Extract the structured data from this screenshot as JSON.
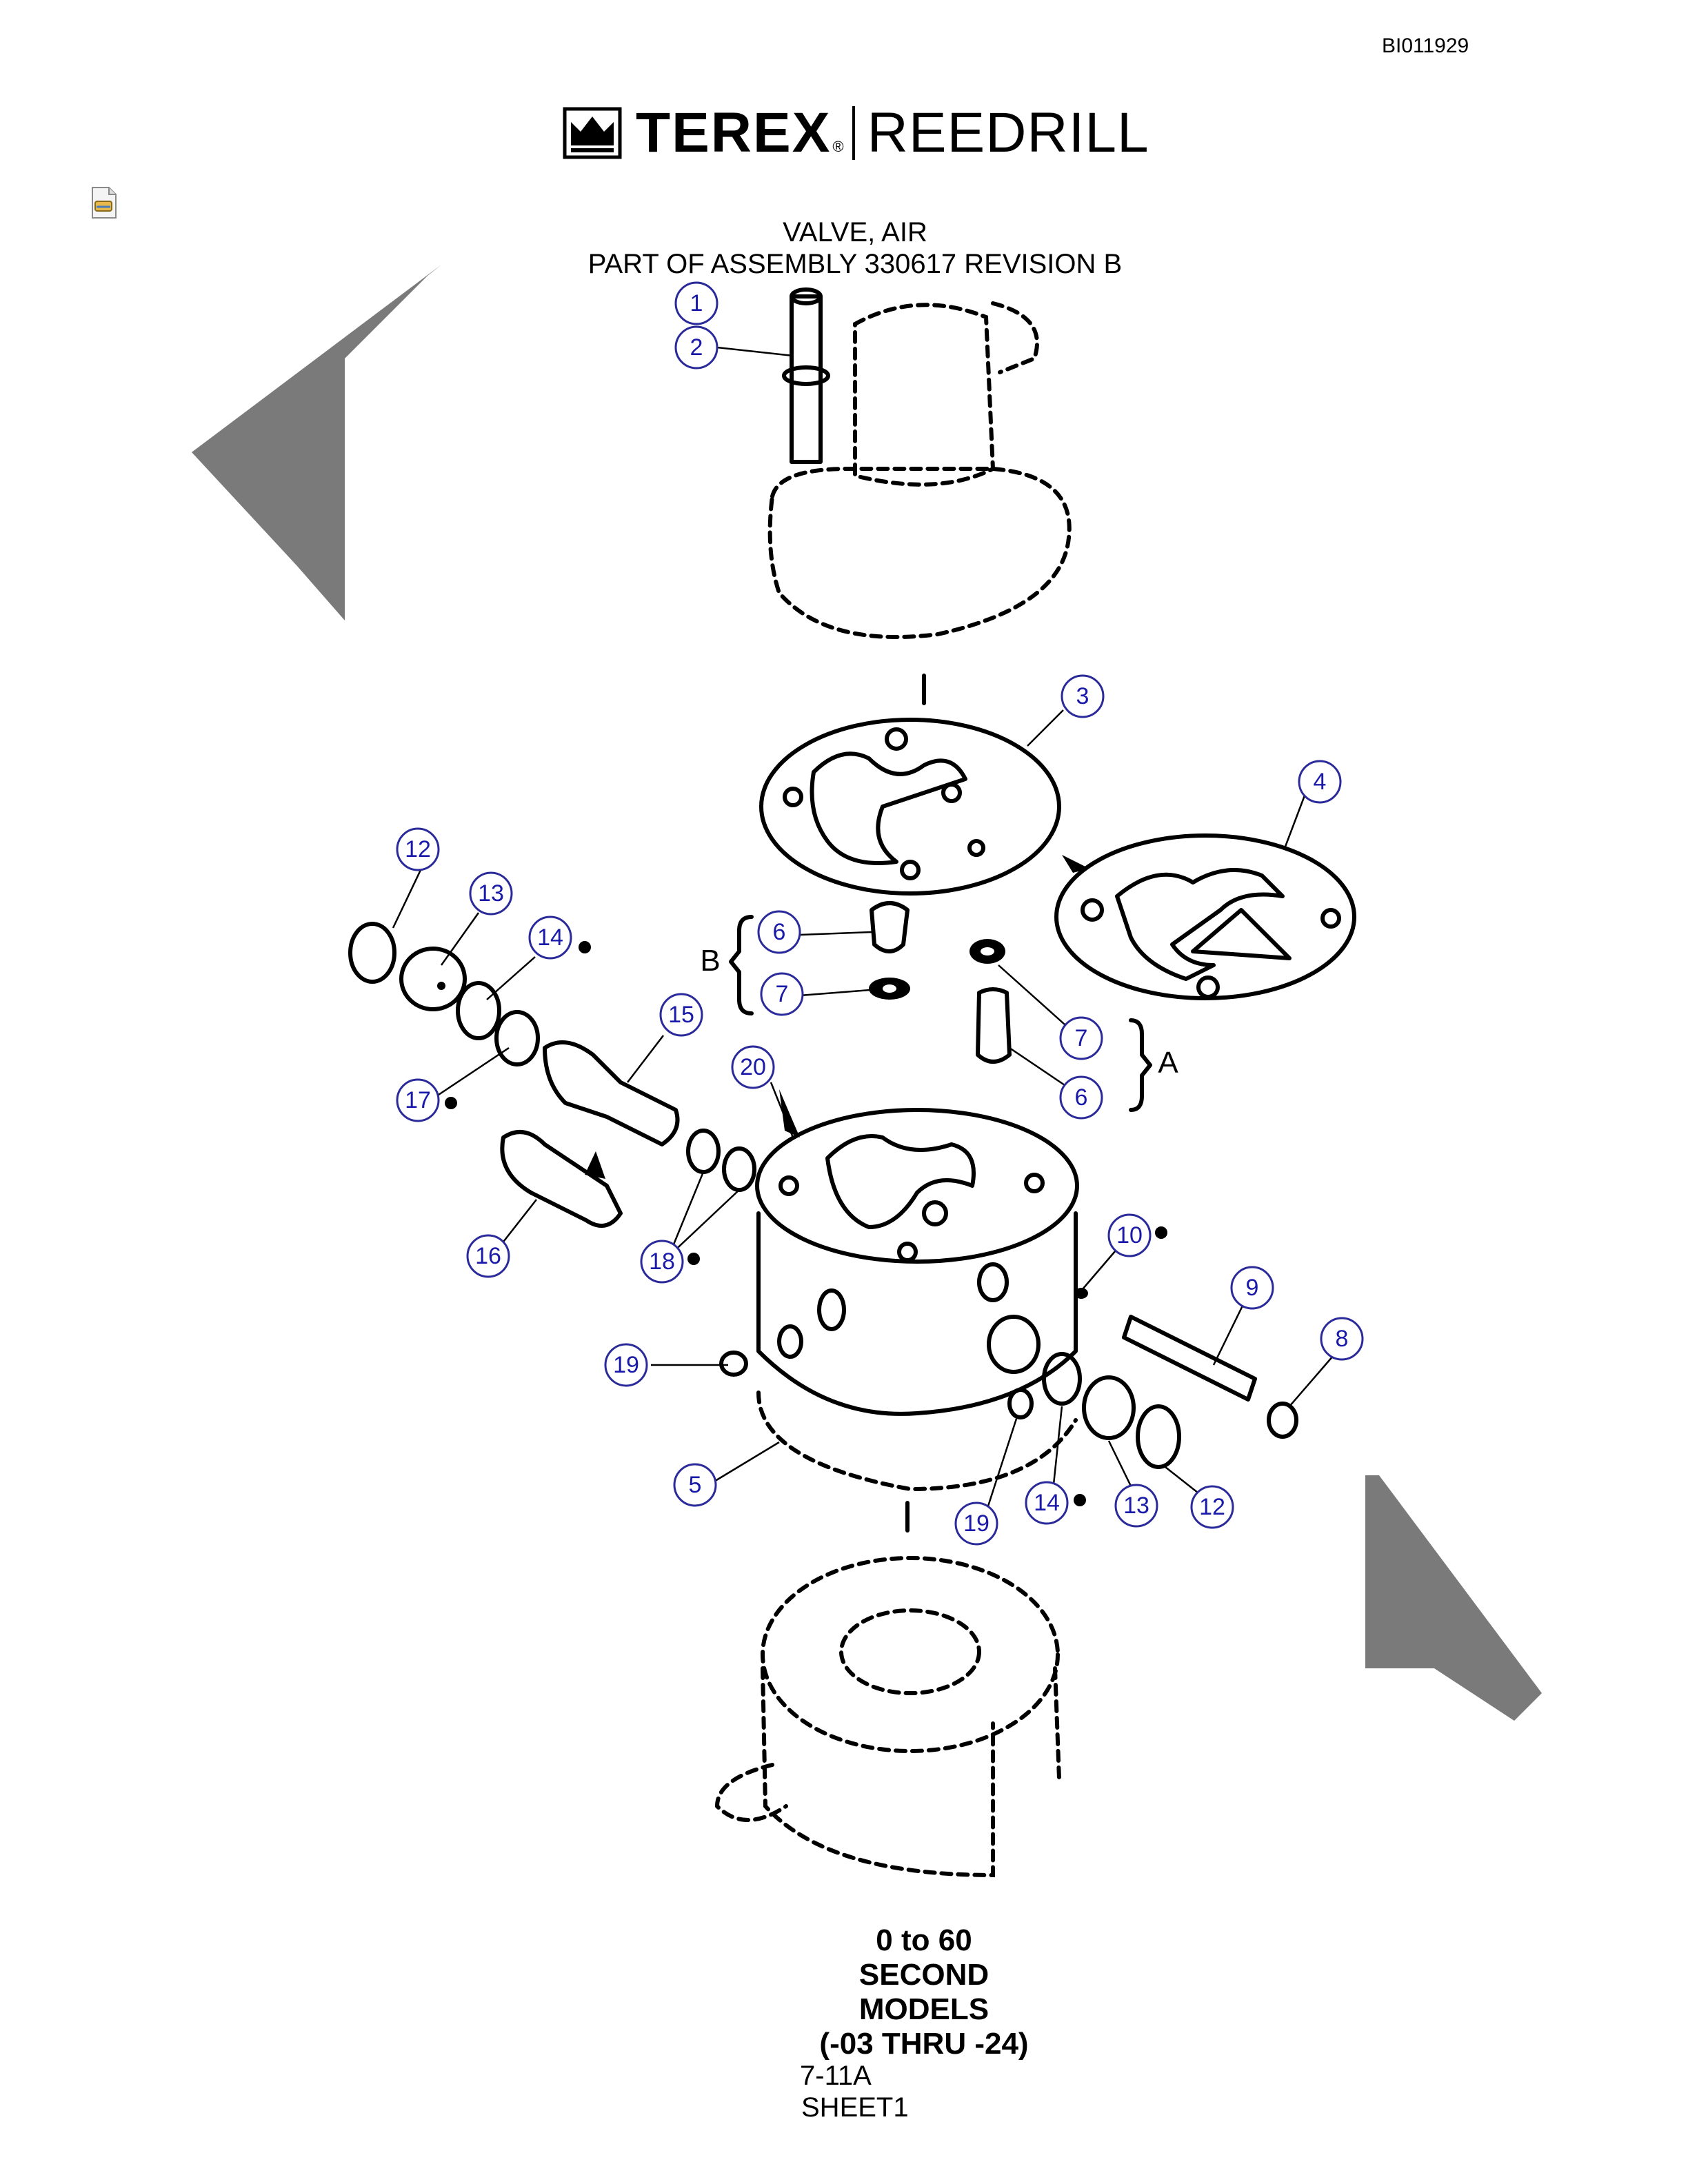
{
  "header": {
    "doc_id": "BI011929",
    "brand_primary": "TEREX",
    "brand_secondary": "REEDRILL",
    "registered_mark": "®"
  },
  "title": {
    "line1": "VALVE, AIR",
    "line2": "PART OF ASSEMBLY 330617 REVISION B"
  },
  "callouts": [
    "1",
    "2",
    "3",
    "4",
    "5",
    "6",
    "7",
    "8",
    "9",
    "10",
    "12",
    "13",
    "14",
    "15",
    "16",
    "17",
    "18",
    "19",
    "20"
  ],
  "group_labels": {
    "a": "A",
    "b": "B"
  },
  "notes": [
    "0 to 60",
    "SECOND",
    "MODELS",
    "(-03 THRU -24)"
  ],
  "footer": {
    "page": "7-11A",
    "sheet": "SHEET1"
  },
  "colors": {
    "callout_stroke": "#2a2a9a",
    "callout_text": "#1a1aaa",
    "watermark": "#7a7a7a"
  },
  "icons": {
    "attachment": "attachment-icon",
    "brand": "terex-crown-icon"
  }
}
